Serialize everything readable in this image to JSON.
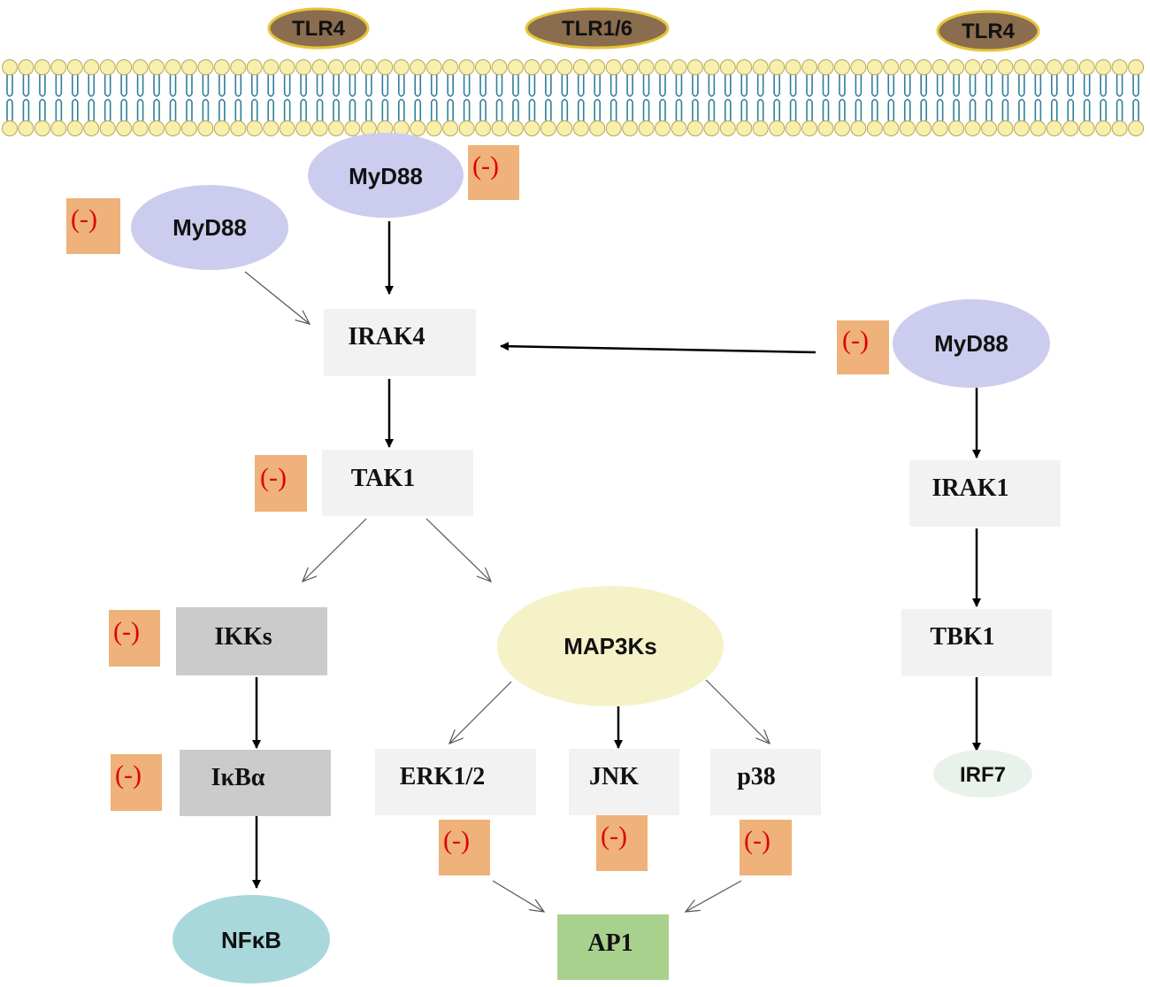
{
  "receptors": [
    "TLR4",
    "TLR1/6",
    "TLR4"
  ],
  "nodes": {
    "myd88_center": "MyD88",
    "myd88_left": "MyD88",
    "myd88_right": "MyD88",
    "irak4": "IRAK4",
    "tak1": "TAK1",
    "ikks": "IKKs",
    "ikba": "IκBα",
    "nfkb": "NFκB",
    "map3ks": "MAP3Ks",
    "erk": "ERK1/2",
    "jnk": "JNK",
    "p38": "p38",
    "ap1": "AP1",
    "irak1": "IRAK1",
    "tbk1": "TBK1",
    "irf7": "IRF7"
  },
  "inhibition_label": "(-)",
  "colors": {
    "membrane_head": "#f7efab",
    "membrane_head_stroke": "#b8a65a",
    "membrane_tail": "#2e7f9b",
    "receptor_fill": "#8a6d4e",
    "receptor_stroke": "#e8c53a",
    "myd88_fill": "#ccccee",
    "box_fill": "#f2f2f2",
    "gray_box_fill": "#cbcbcb",
    "map3k_fill": "#f5f2c8",
    "nfkb_fill": "#a8d8db",
    "ap1_fill": "#a9d18e",
    "irf7_fill": "#e9f2ea",
    "inhibit_fill": "#eeb27a",
    "inhibit_text": "#e00000"
  }
}
